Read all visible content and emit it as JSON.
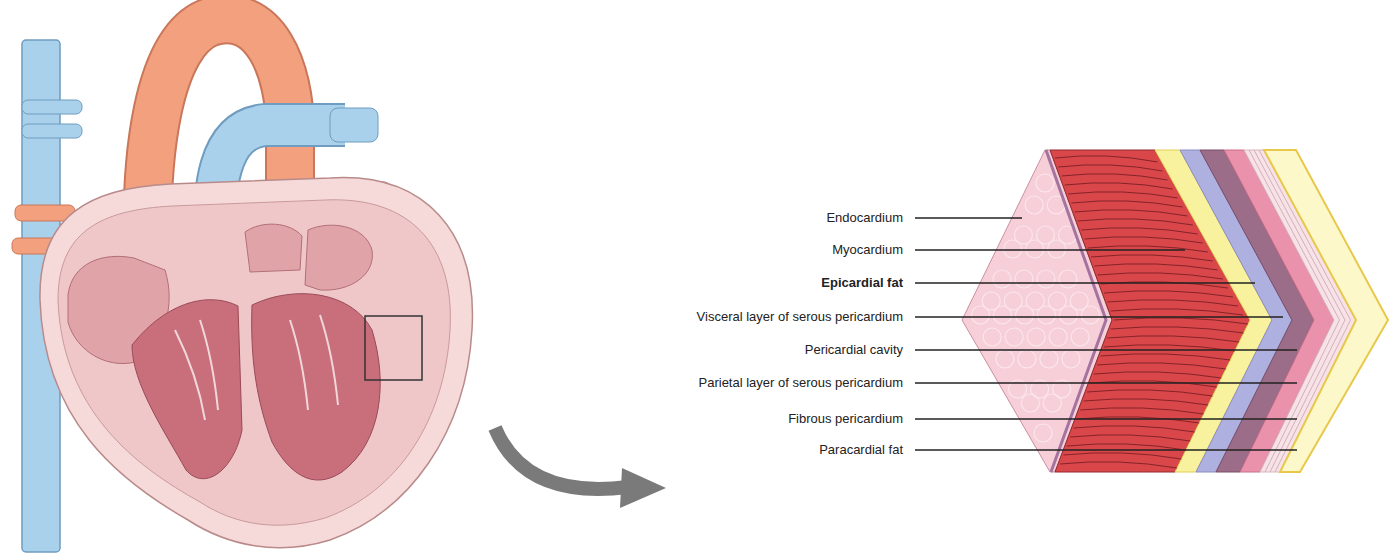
{
  "diagram": {
    "labels": [
      "Endocardium",
      "Myocardium",
      "Epicardial fat",
      "Visceral layer of serous pericardium",
      "Pericardial cavity",
      "Parietal layer of serous pericardium",
      "Fibrous pericardium",
      "Paracardial fat"
    ]
  }
}
